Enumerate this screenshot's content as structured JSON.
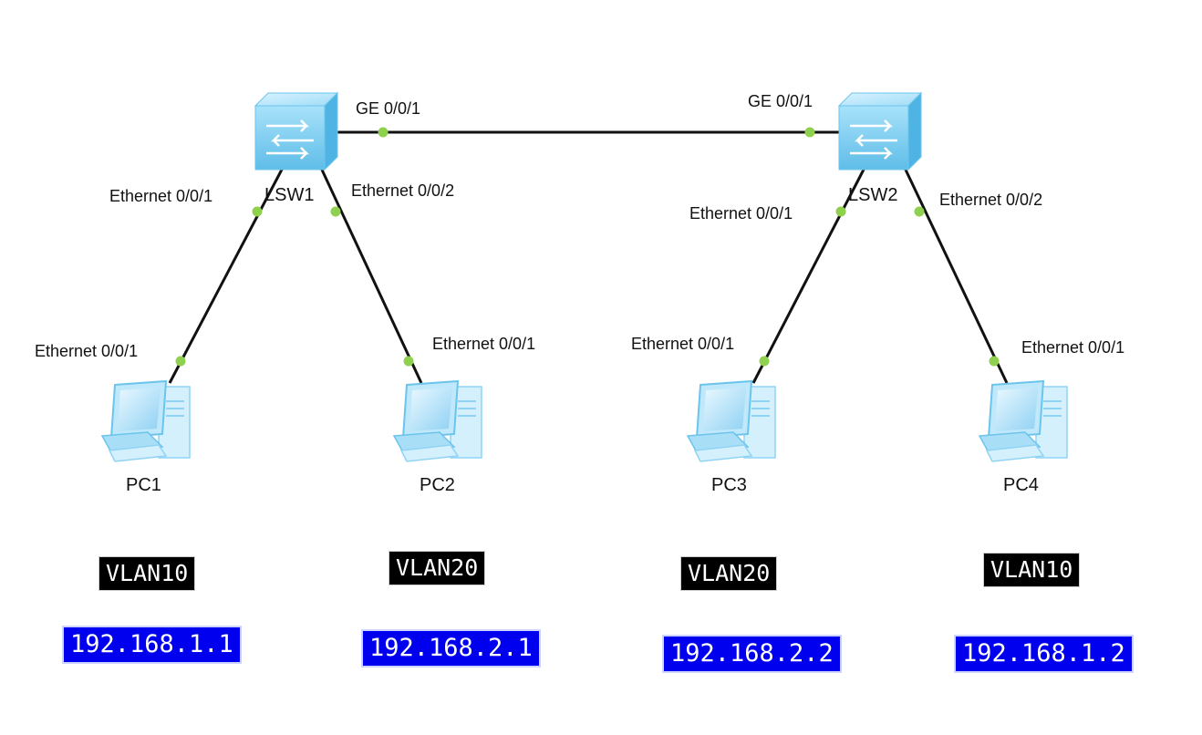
{
  "switches": [
    {
      "id": "sw1",
      "name": "LSW1"
    },
    {
      "id": "sw2",
      "name": "LSW2"
    }
  ],
  "pcs": [
    {
      "id": "pc1",
      "name": "PC1",
      "vlan": "VLAN10",
      "ip": "192.168.1.1"
    },
    {
      "id": "pc2",
      "name": "PC2",
      "vlan": "VLAN20",
      "ip": "192.168.2.1"
    },
    {
      "id": "pc3",
      "name": "PC3",
      "vlan": "VLAN20",
      "ip": "192.168.2.2"
    },
    {
      "id": "pc4",
      "name": "PC4",
      "vlan": "VLAN10",
      "ip": "192.168.1.2"
    }
  ],
  "links": [
    {
      "from": "LSW1",
      "from_port": "GE 0/0/1",
      "to": "LSW2",
      "to_port": "GE 0/0/1"
    },
    {
      "from": "LSW1",
      "from_port": "Ethernet 0/0/1",
      "to": "PC1",
      "to_port": "Ethernet 0/0/1"
    },
    {
      "from": "LSW1",
      "from_port": "Ethernet 0/0/2",
      "to": "PC2",
      "to_port": "Ethernet 0/0/1"
    },
    {
      "from": "LSW2",
      "from_port": "Ethernet 0/0/1",
      "to": "PC3",
      "to_port": "Ethernet 0/0/1"
    },
    {
      "from": "LSW2",
      "from_port": "Ethernet 0/0/2",
      "to": "PC4",
      "to_port": "Ethernet 0/0/1"
    }
  ],
  "colors": {
    "link": "#111111",
    "port_dot": "#8fd14f",
    "vlan_bg": "#000000",
    "ip_bg": "#0000ee",
    "device": "#8fd3f5"
  }
}
